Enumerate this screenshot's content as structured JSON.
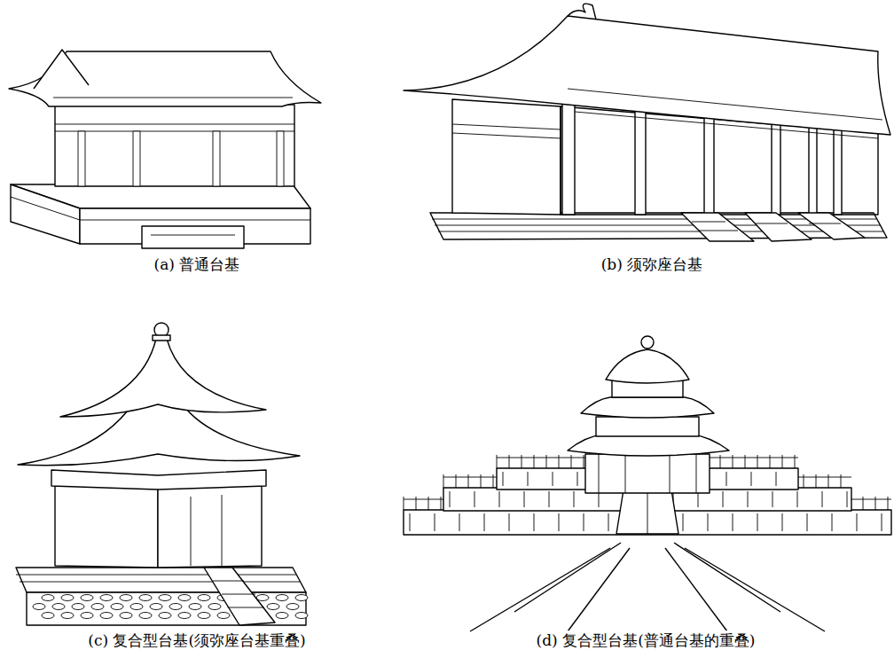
{
  "diagram": {
    "labels": [
      "(a) 普通台基",
      "(b) 须弥座台基",
      "(c) 复合型台基(须弥座台基重叠)",
      "(d) 复合型台基(普通台基的重叠)"
    ]
  }
}
